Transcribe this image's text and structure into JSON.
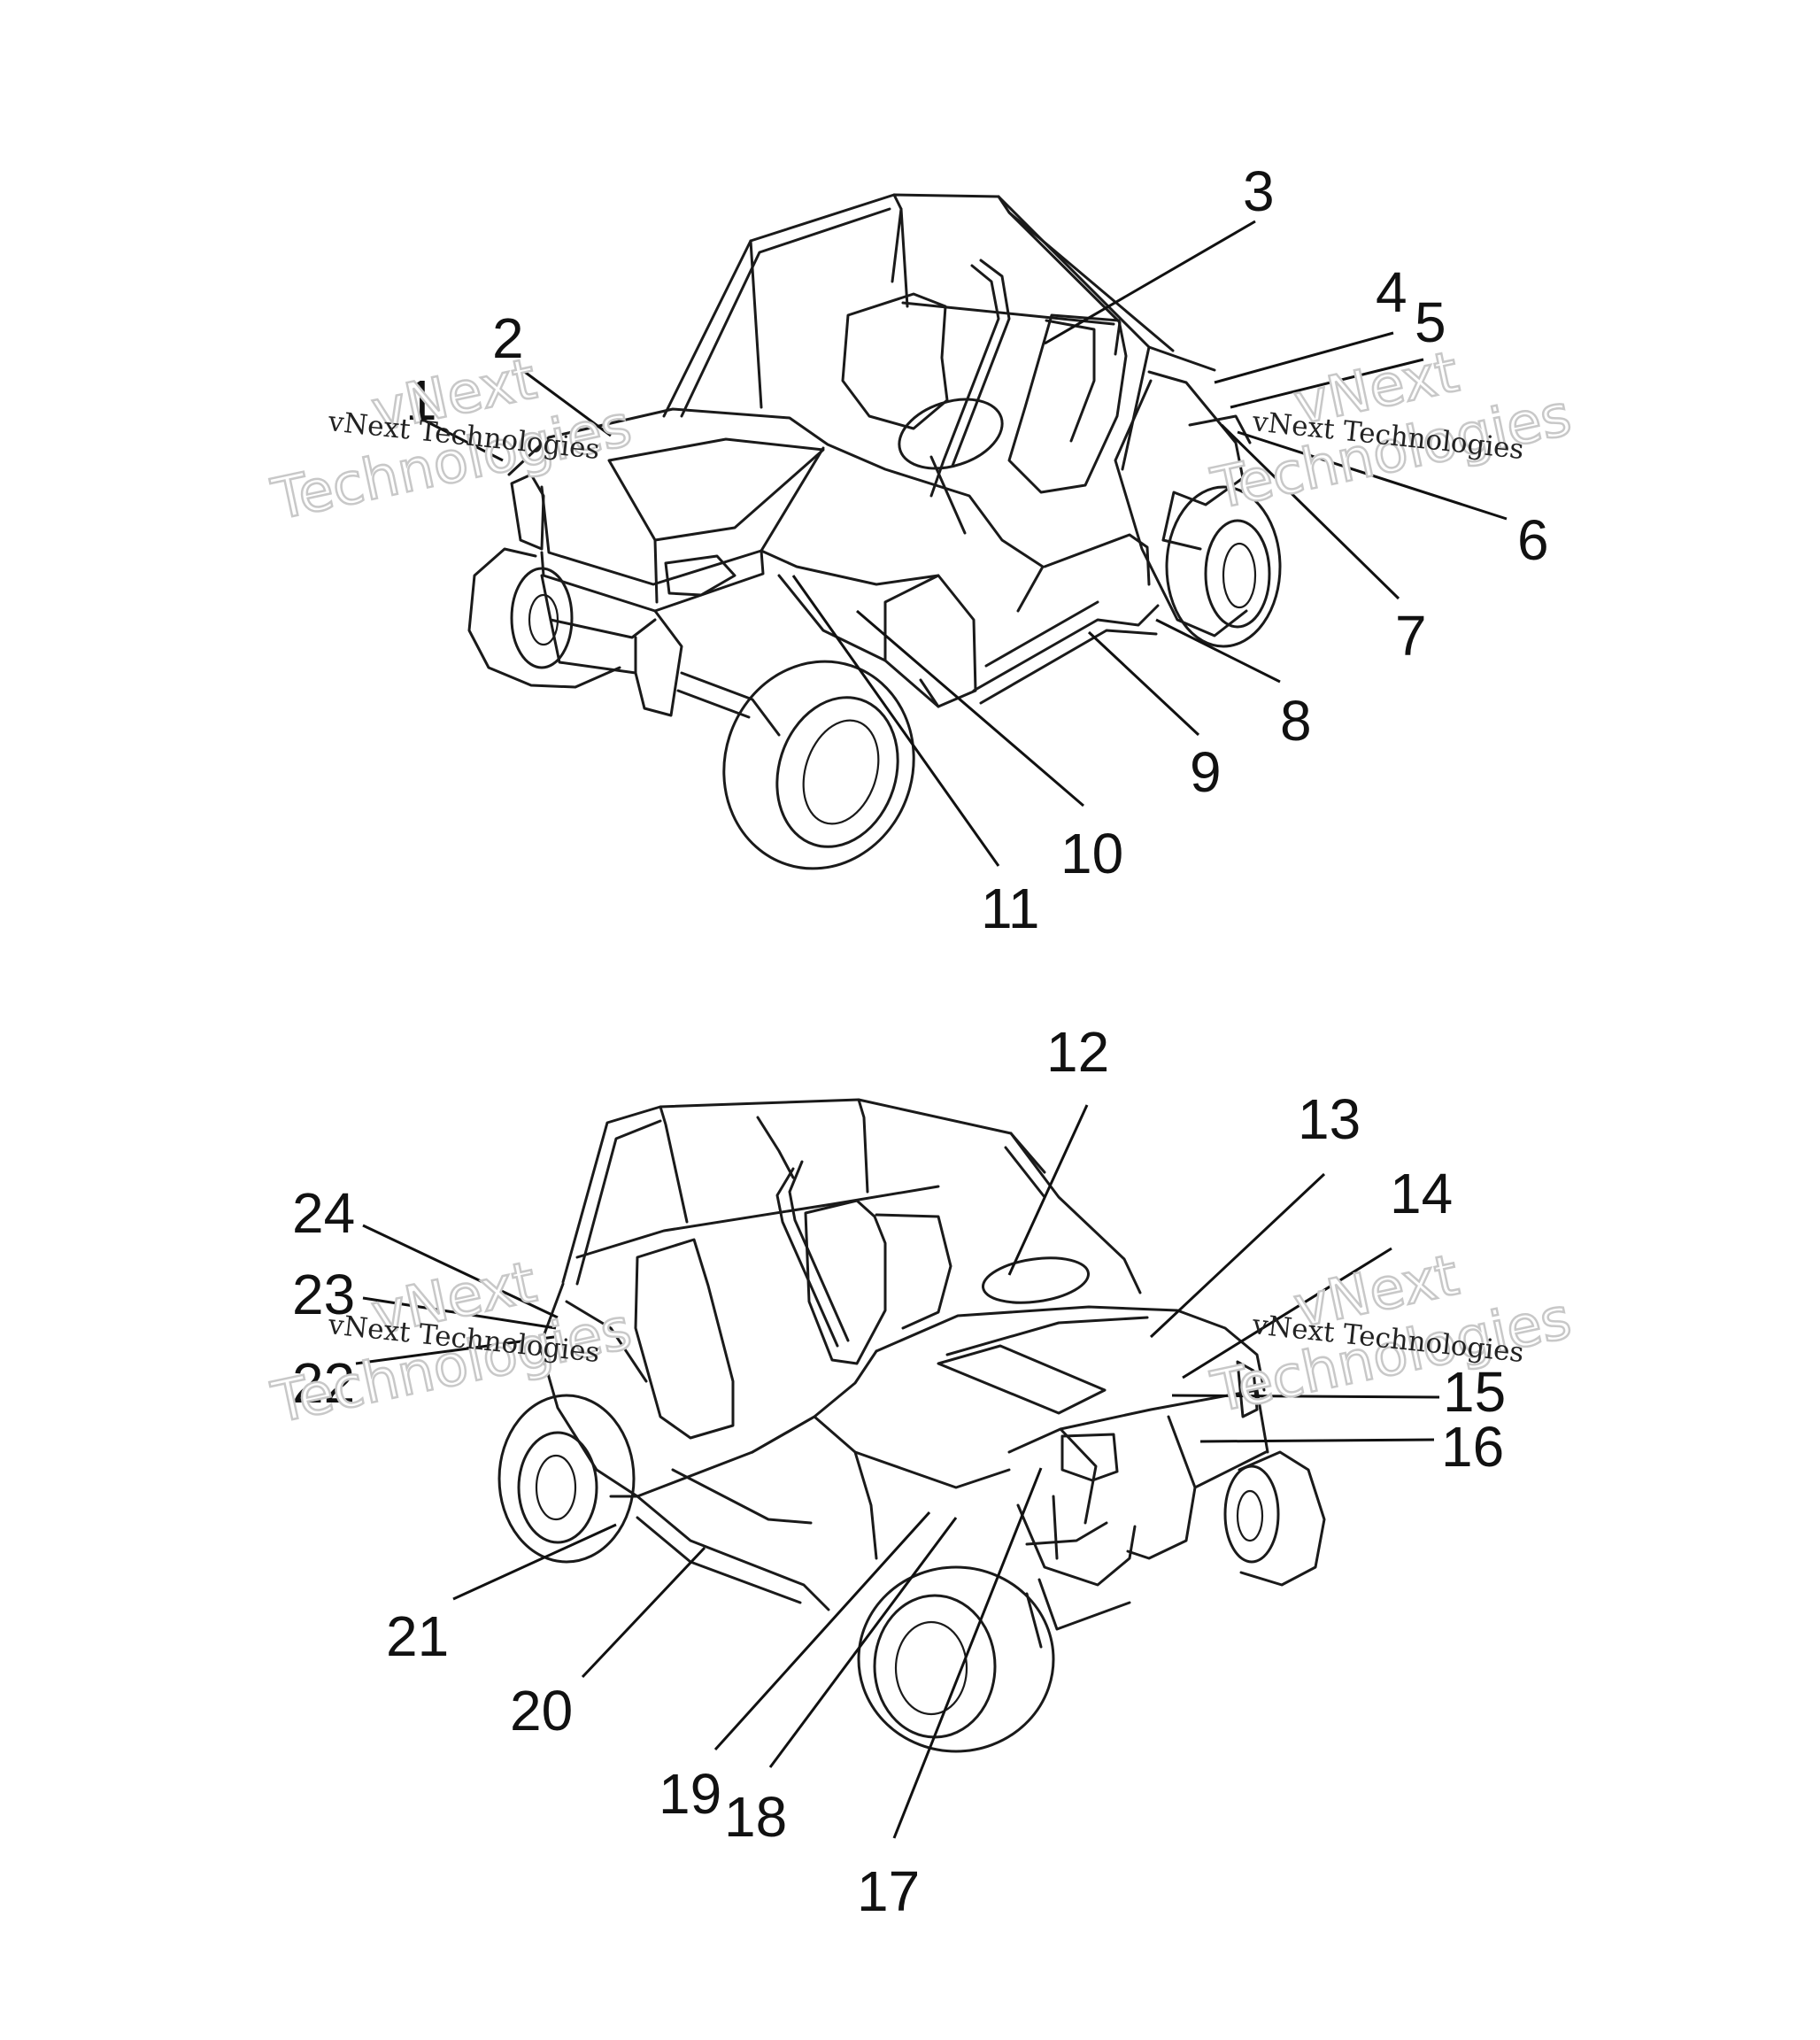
{
  "watermark": {
    "company": "vNext Technologies",
    "line1": "vNext",
    "line2": "Technologies"
  },
  "callouts": {
    "c1": "1",
    "c2": "2",
    "c3": "3",
    "c4": "4",
    "c5": "5",
    "c6": "6",
    "c7": "7",
    "c8": "8",
    "c9": "9",
    "c10": "10",
    "c11": "11",
    "c12": "12",
    "c13": "13",
    "c14": "14",
    "c15": "15",
    "c16": "16",
    "c17": "17",
    "c18": "18",
    "c19": "19",
    "c20": "20",
    "c21": "21",
    "c22": "22",
    "c23": "23",
    "c24": "24"
  }
}
